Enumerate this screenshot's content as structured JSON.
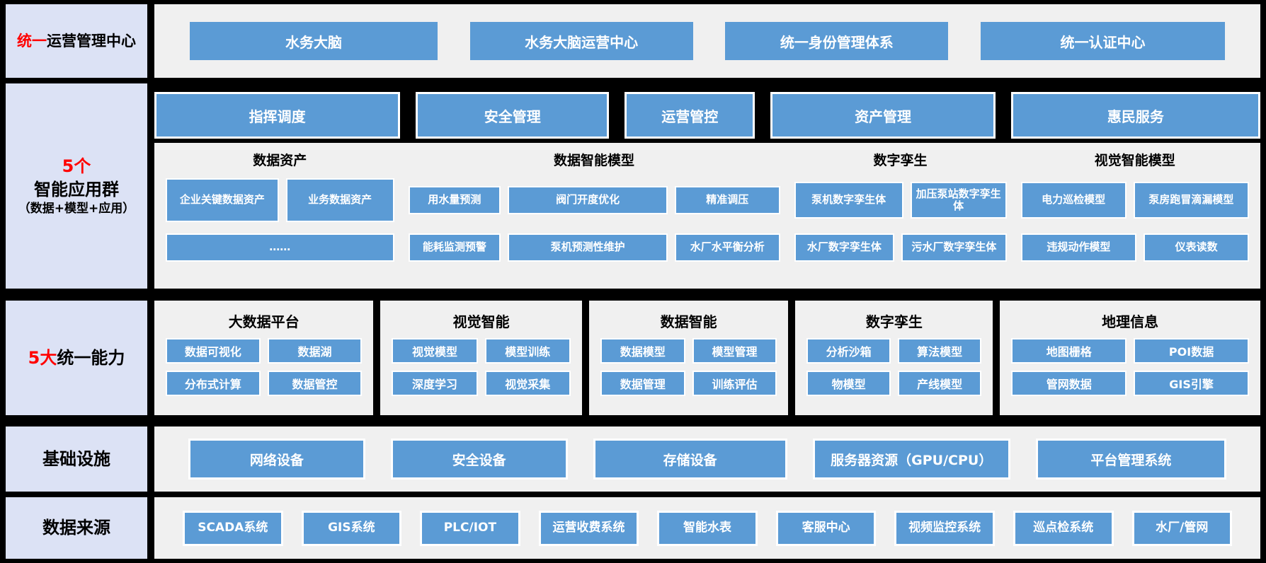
{
  "colors": {
    "background": "#000000",
    "label_bg": "#dce2f5",
    "panel_bg": "#f0f0f0",
    "button_blue": "#5b9bd5",
    "button_text": "#ffffff",
    "accent_red": "#ff0000",
    "heading_text": "#000000"
  },
  "row1": {
    "label_red": "统一",
    "label_black": "运营管理中心",
    "buttons": [
      "水务大脑",
      "水务大脑运营中心",
      "统一身份管理体系",
      "统一认证中心"
    ]
  },
  "row2": {
    "label_line1": "5个",
    "label_line2": "智能应用群",
    "label_line3": "（数据+模型+应用）",
    "headers": [
      "指挥调度",
      "安全管理",
      "运营管控",
      "资产管理",
      "惠民服务"
    ],
    "groups": [
      {
        "title": "数据资产",
        "row1": [
          "企业关键数据资产",
          "业务数据资产"
        ],
        "row2": [
          "……"
        ]
      },
      {
        "title": "数据智能模型",
        "row1": [
          "用水量预测",
          "阀门开度优化",
          "精准调压"
        ],
        "row2": [
          "能耗监测预警",
          "泵机预测性维护",
          "水厂水平衡分析"
        ]
      },
      {
        "title": "数字孪生",
        "row1": [
          "泵机数字孪生体",
          "加压泵站数字孪生体"
        ],
        "row2": [
          "水厂数字孪生体",
          "污水厂数字孪生体"
        ]
      },
      {
        "title": "视觉智能模型",
        "row1": [
          "电力巡检模型",
          "泵房跑冒滴漏模型"
        ],
        "row2": [
          "违规动作模型",
          "仪表读数"
        ]
      }
    ]
  },
  "row3": {
    "label_red": "5大",
    "label_black": "统一能力",
    "panels": [
      {
        "title": "大数据平台",
        "items": [
          "数据可视化",
          "数据湖",
          "分布式计算",
          "数据管控"
        ]
      },
      {
        "title": "视觉智能",
        "items": [
          "视觉模型",
          "模型训练",
          "深度学习",
          "视觉采集"
        ]
      },
      {
        "title": "数据智能",
        "items": [
          "数据模型",
          "模型管理",
          "数据管理",
          "训练评估"
        ]
      },
      {
        "title": "数字孪生",
        "items": [
          "分析沙箱",
          "算法模型",
          "物模型",
          "产线模型"
        ]
      },
      {
        "title": "地理信息",
        "items": [
          "地图栅格",
          "POI数据",
          "管网数据",
          "GIS引擎"
        ]
      }
    ]
  },
  "row4": {
    "label": "基础设施",
    "buttons": [
      "网络设备",
      "安全设备",
      "存储设备",
      "服务器资源（GPU/CPU）",
      "平台管理系统"
    ]
  },
  "row5": {
    "label": "数据来源",
    "buttons": [
      "SCADA系统",
      "GIS系统",
      "PLC/IOT",
      "运营收费系统",
      "智能水表",
      "客服中心",
      "视频监控系统",
      "巡点检系统",
      "水厂/管网"
    ]
  }
}
